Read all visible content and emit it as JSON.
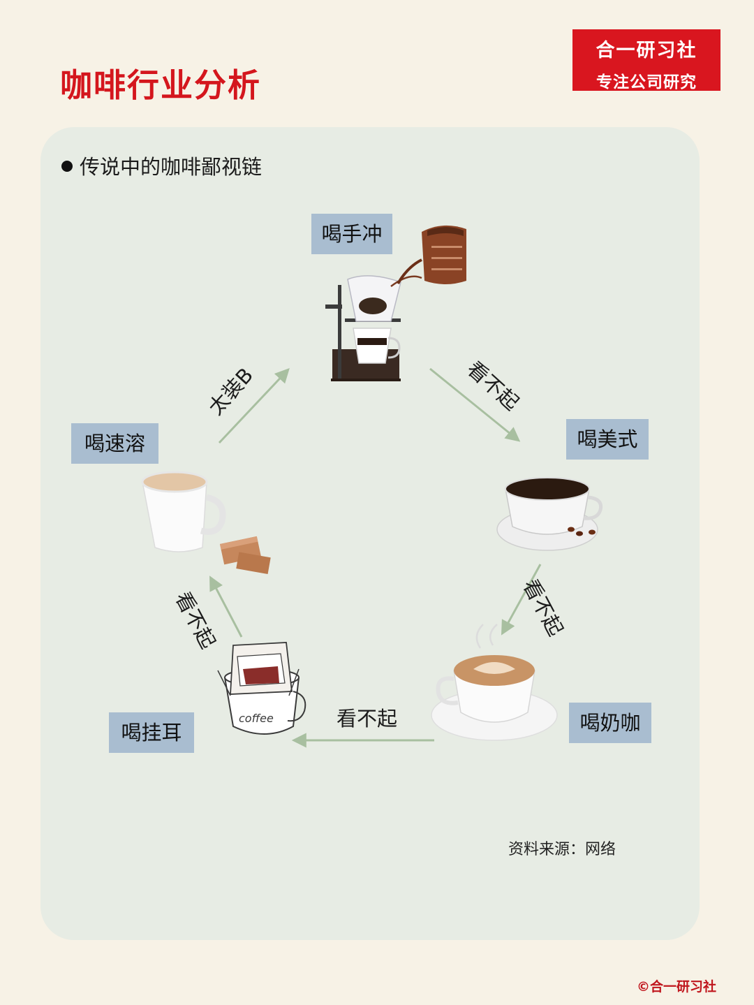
{
  "header": {
    "title": "咖啡行业分析",
    "brand_name": "合一研习社",
    "brand_slogan": "专注公司研究"
  },
  "subtitle": "传说中的咖啡鄙视链",
  "nodes": {
    "pour_over": "喝手冲",
    "americano": "喝美式",
    "latte": "喝奶咖",
    "drip_bag": "喝挂耳",
    "instant": "喝速溶"
  },
  "arrows": {
    "instant_to_pour_over": "太装B",
    "pour_over_to_americano": "看不起",
    "americano_to_latte": "看不起",
    "latte_to_drip_bag": "看不起",
    "drip_bag_to_instant": "看不起"
  },
  "illustration_text": {
    "coffee_bag": "coffee"
  },
  "colors": {
    "title_red": "#d4161d",
    "label_bg": "#a9bdd0",
    "arrow_green": "#a8bfa0",
    "panel_bg": "#e7ece4"
  },
  "source": "资料来源：网络",
  "copyright": "©合一研习社"
}
